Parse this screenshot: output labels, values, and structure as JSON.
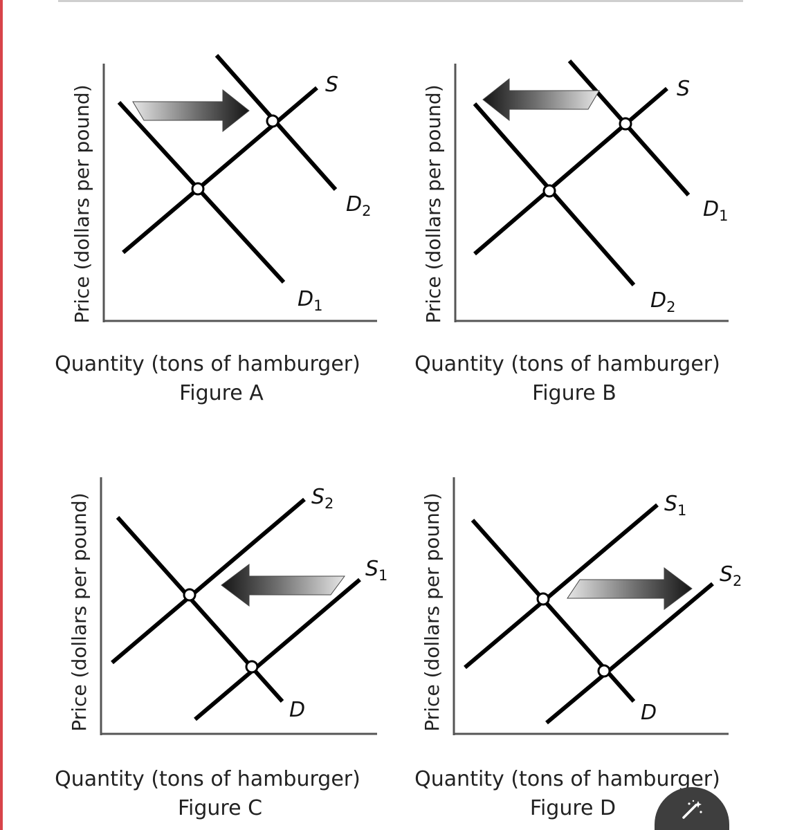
{
  "figures": [
    {
      "caption": "Figure A",
      "ylabel": "Price (dollars per pound)",
      "xlabel": "Quantity (tons of hamburger)",
      "curves": [
        {
          "label": "S",
          "sub": ""
        },
        {
          "label": "D",
          "sub": "2"
        },
        {
          "label": "D",
          "sub": "1"
        }
      ]
    },
    {
      "caption": "Figure B",
      "ylabel": "Price (dollars per pound)",
      "xlabel": "Quantity (tons of hamburger)",
      "curves": [
        {
          "label": "S",
          "sub": ""
        },
        {
          "label": "D",
          "sub": "1"
        },
        {
          "label": "D",
          "sub": "2"
        }
      ]
    },
    {
      "caption": "Figure C",
      "ylabel": "Price (dollars per pound)",
      "xlabel": "Quantity (tons of hamburger)",
      "curves": [
        {
          "label": "S",
          "sub": "2"
        },
        {
          "label": "S",
          "sub": "1"
        },
        {
          "label": "D",
          "sub": ""
        }
      ]
    },
    {
      "caption": "Figure D",
      "ylabel": "Price (dollars per pound)",
      "xlabel": "Quantity (tons of hamburger)",
      "curves": [
        {
          "label": "S",
          "sub": "1"
        },
        {
          "label": "S",
          "sub": "2"
        },
        {
          "label": "D",
          "sub": ""
        }
      ]
    }
  ],
  "icons": {
    "magic": "magic-wand-icon"
  }
}
